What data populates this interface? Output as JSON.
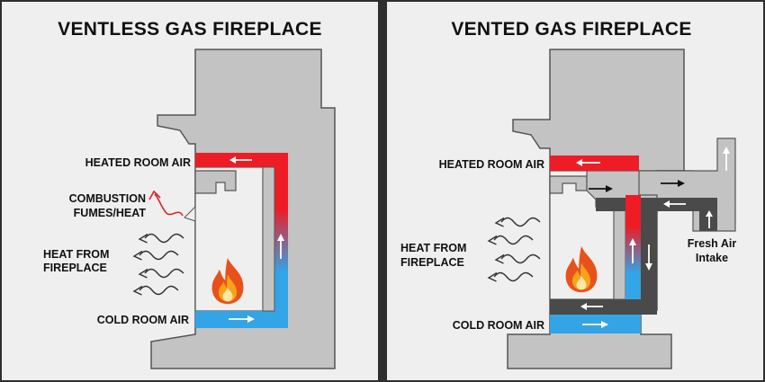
{
  "colors": {
    "panel_bg": "#efefef",
    "wall": "#c3c3c3",
    "wall_stroke": "#555555",
    "heated_air": "#ee1c25",
    "cold_air": "#33a4e6",
    "exhaust_duct": "#4a4a4a",
    "flame_outer": "#e8521a",
    "flame_inner": "#f7a21b"
  },
  "left_panel": {
    "title": "VENTLESS GAS FIREPLACE",
    "labels": {
      "heated_room_air": "HEATED ROOM AIR",
      "combustion_line1": "COMBUSTION",
      "combustion_line2": "FUMES/HEAT",
      "heat_line1": "HEAT FROM",
      "heat_line2": "FIREPLACE",
      "cold_room_air": "COLD ROOM AIR"
    }
  },
  "right_panel": {
    "title": "VENTED GAS FIREPLACE",
    "labels": {
      "heated_room_air": "HEATED ROOM AIR",
      "heat_line1": "HEAT FROM",
      "heat_line2": "FIREPLACE",
      "cold_room_air": "COLD ROOM AIR",
      "fresh_air_line1": "Fresh Air",
      "fresh_air_line2": "Intake"
    }
  },
  "icons": [
    "flame-icon",
    "heat-wave-icon",
    "arrow-icon",
    "squiggle-arrow-icon"
  ]
}
